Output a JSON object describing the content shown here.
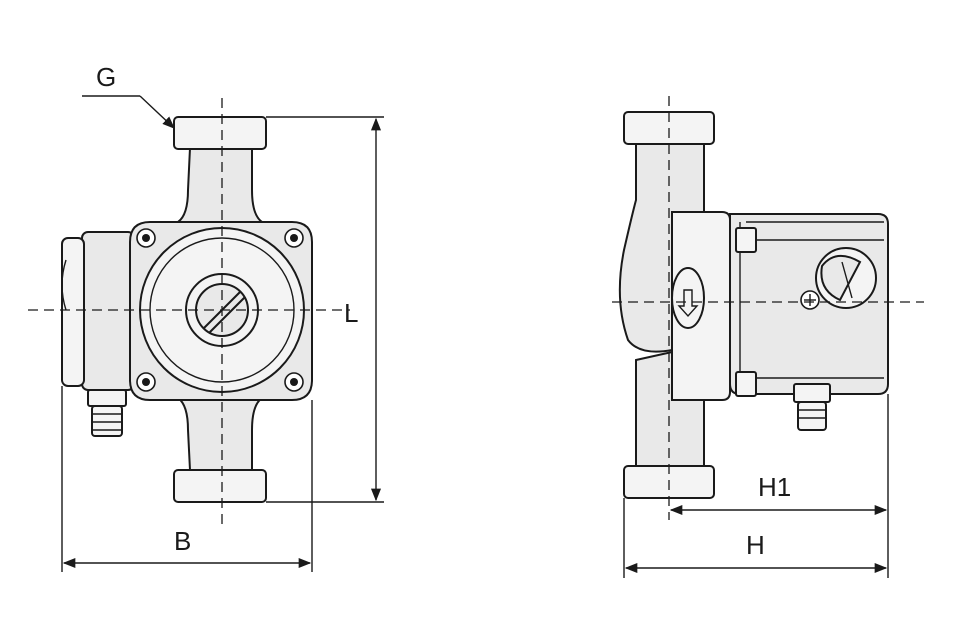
{
  "labels": {
    "g": "G",
    "l": "L",
    "b": "B",
    "h1": "H1",
    "h": "H"
  }
}
